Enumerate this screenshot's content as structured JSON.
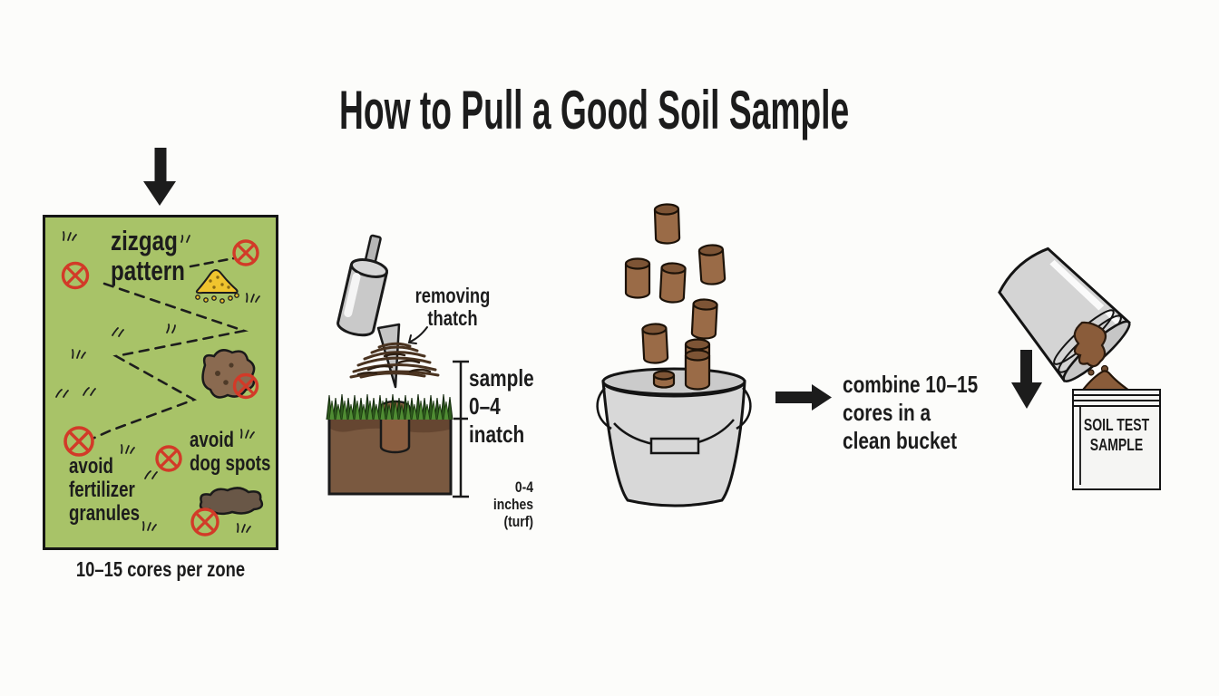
{
  "title": "How to Pull a Good Soil Sample",
  "zone": {
    "pattern_lines": [
      "zizgag",
      "pattern"
    ],
    "avoid_fertilizer_lines": [
      "avoid",
      "fertilizer",
      "granules"
    ],
    "avoid_dog_lines": [
      "avoid",
      "dog spots"
    ],
    "caption": "10–15 cores per zone"
  },
  "probe": {
    "thatch_lines": [
      "removing",
      "thatch"
    ],
    "depth_lines": [
      "sample",
      "0–4",
      "inatch"
    ],
    "scale_label": "0-4 inches",
    "scale_sublabel": "(turf)"
  },
  "combine": {
    "lines": [
      "combine 10–15",
      "cores in a",
      "clean bucket"
    ]
  },
  "bag": {
    "lines": [
      "SOIL TEST",
      "SAMPLE"
    ]
  },
  "icons": {
    "no_sampling_marker": "crossed-circle",
    "flow_down": "down-arrow",
    "flow_right": "right-arrow",
    "removing_thatch_pointer": "curved-arrow"
  },
  "colors": {
    "background": "#fcfcfa",
    "ink": "#1c1c1c",
    "grass_green": "#a8c368",
    "red_marker": "#d23a28",
    "fertilizer_yellow": "#f0c42e",
    "soil_brown": "#7a5940",
    "core_brown": "#9a6b47",
    "bucket_gray": "#d8d8d8",
    "bag_white": "#f5f5f3"
  }
}
